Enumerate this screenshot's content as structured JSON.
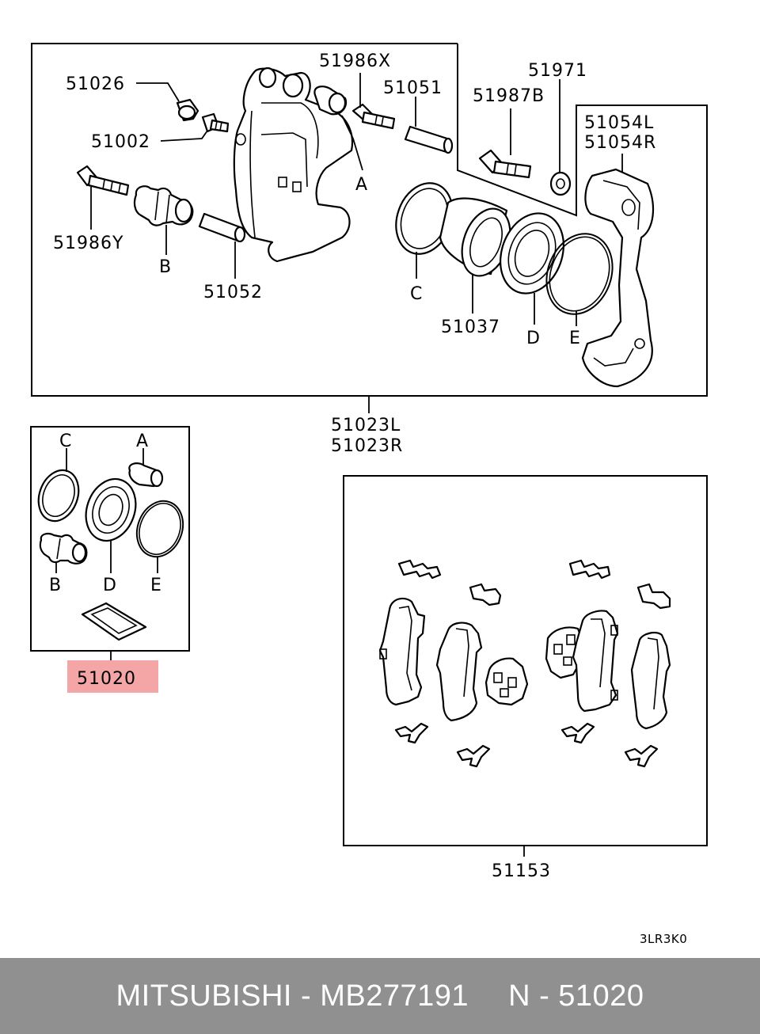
{
  "diagram": {
    "labels": {
      "p51026": "51026",
      "p51002": "51002",
      "p51986x": "51986X",
      "p51051": "51051",
      "p51971": "51971",
      "p51987b": "51987B",
      "p51054l": "51054L",
      "p51054r": "51054R",
      "a_main": "A",
      "p51986y": "51986Y",
      "b_main": "B",
      "p51052": "51052",
      "c_main": "C",
      "p51037": "51037",
      "d_main": "D",
      "e_main": "E",
      "p51023l": "51023L",
      "p51023r": "51023R",
      "c_kit": "C",
      "a_kit": "A",
      "b_kit": "B",
      "d_kit": "D",
      "e_kit": "E",
      "p51020": "51020",
      "p51153": "51153",
      "ref_code": "3LR3K0"
    },
    "highlight_color": "#f4a6a6"
  },
  "footer": {
    "brand_part": "MITSUBISHI - MB277191",
    "ref_part": "N - 51020",
    "background": "#909090"
  }
}
